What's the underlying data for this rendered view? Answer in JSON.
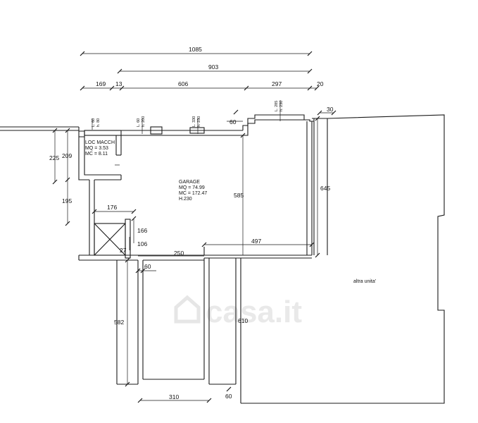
{
  "dimensions_top": {
    "d1085": "1085",
    "d903": "903",
    "d169": "169",
    "d13": "13",
    "d606": "606",
    "d297": "297",
    "d20": "20",
    "d30": "30"
  },
  "dimensions_left": {
    "d225": "225",
    "d209": "209",
    "d195": "195",
    "d582": "582"
  },
  "dimensions_inner": {
    "d176": "176",
    "d166": "166",
    "d106": "106",
    "d27": "27",
    "d250": "250",
    "d60a": "60",
    "d60b": "60",
    "d60c": "60",
    "d585": "585",
    "d497": "497",
    "d610": "610",
    "d645": "645",
    "d310": "310"
  },
  "windows": {
    "w1": [
      "L. 60",
      "h. 80"
    ],
    "w2": [
      "L. 60",
      "h. 200"
    ],
    "w3": [
      "L. 330",
      "h. 230"
    ],
    "w4": [
      "L. 285",
      "h. 230"
    ]
  },
  "rooms": {
    "loc_macch": {
      "name": "LOC MACCH",
      "mq": "MQ = 3.53",
      "mc": "MC = 8.11"
    },
    "garage": {
      "name": "GARAGE",
      "mq": "MQ = 74.99",
      "mc": "MC = 172.47",
      "h": "H.230"
    },
    "other": {
      "name": "altra unita'"
    }
  },
  "watermark": {
    "text": "casa.it"
  }
}
